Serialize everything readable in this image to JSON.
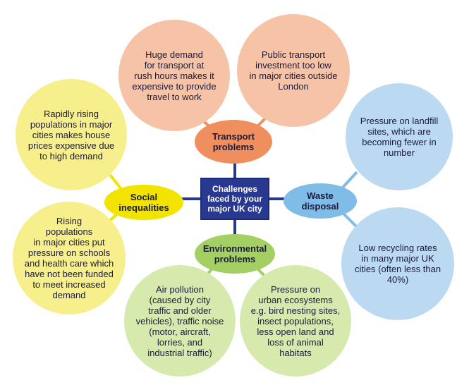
{
  "center": {
    "label": "Challenges\nfaced by your\nmajor UK city"
  },
  "hubs": {
    "transport": {
      "label": "Transport\nproblems",
      "color": "#ef8f5e"
    },
    "waste": {
      "label": "Waste\ndisposal",
      "color": "#7fbde8"
    },
    "environmental": {
      "label": "Environmental\nproblems",
      "color": "#a4cf62"
    },
    "social": {
      "label": "Social\ninequalities",
      "color": "#f2e300"
    }
  },
  "points": {
    "transport": [
      "Huge demand\nfor transport at\nrush hours makes it\nexpensive to provide\ntravel to work",
      "Public transport\ninvestment too low\nin major cities outside\nLondon"
    ],
    "waste": [
      "Pressure on landfill\nsites, which are\nbecoming fewer in\nnumber",
      "Low recycling rates\nin many major UK\ncities (often less than\n40%)"
    ],
    "environmental": [
      "Air pollution\n(caused by city\ntraffic and older\nvehicles), traffic noise\n(motor, aircraft,\nlorries, and\nindustrial traffic)",
      "Pressure on\nurban ecosystems\ne.g. bird nesting sites,\ninsect populations,\nless open land and\nloss of animal\nhabitats"
    ],
    "social": [
      "Rapidly rising\npopulations in major\ncities makes house\nprices expensive due\nto high demand",
      "Rising\npopulations\nin major cities put\npressure on schools\nand health care which\nhave not been funded\nto meet increased\ndemand"
    ]
  },
  "colors": {
    "center_fill": "#2a3990",
    "connector": "#2a3990",
    "transport_light": "#f6c3a6",
    "waste_light": "#bcd9f2",
    "environmental_light": "#d6eaae",
    "social_light": "#f7ee8c"
  }
}
